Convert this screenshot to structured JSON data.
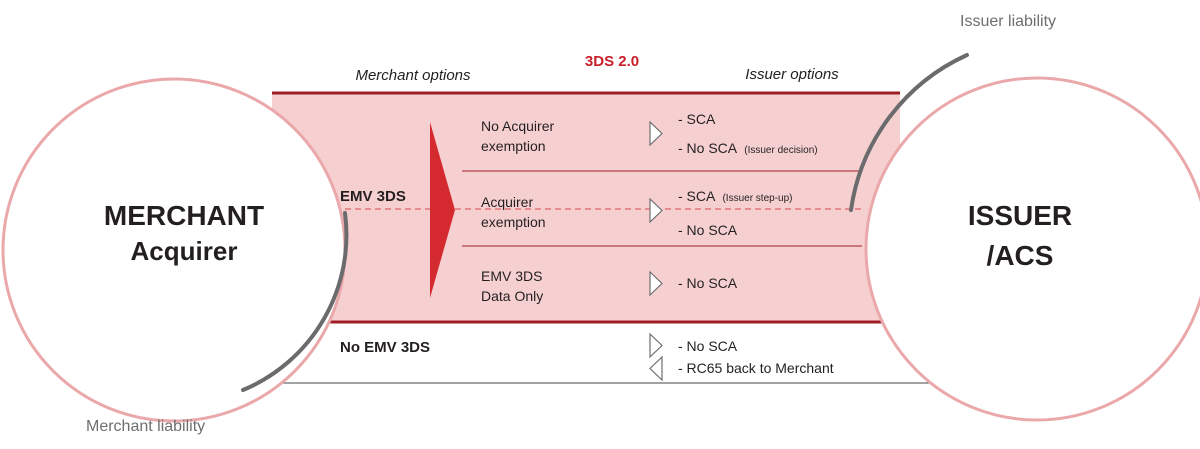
{
  "header": {
    "title": "3DS 2.0",
    "left_label": "Merchant options",
    "right_label": "Issuer options"
  },
  "merchant": {
    "line1": "MERCHANT",
    "line2": "Acquirer",
    "liability": "Merchant liability"
  },
  "issuer": {
    "line1": "ISSUER",
    "line2": "/ACS",
    "liability": "Issuer liability"
  },
  "emv": {
    "label": "EMV 3DS",
    "rows": [
      {
        "option_lines": [
          "No Acquirer",
          "exemption"
        ],
        "outcomes": [
          {
            "text": "- SCA",
            "note": ""
          },
          {
            "text": "- No SCA",
            "note": "(Issuer decision)"
          }
        ]
      },
      {
        "option_lines": [
          "Acquirer",
          "exemption"
        ],
        "outcomes": [
          {
            "text": "- SCA",
            "note": "(Issuer step-up)"
          },
          {
            "text": "- No SCA",
            "note": ""
          }
        ]
      },
      {
        "option_lines": [
          "EMV 3DS",
          "Data Only"
        ],
        "outcomes": [
          {
            "text": "- No SCA",
            "note": ""
          }
        ]
      }
    ]
  },
  "no_emv": {
    "label": "No EMV 3DS",
    "outcomes": [
      {
        "text": "- No SCA",
        "note": ""
      },
      {
        "text": "- RC65 back to Merchant",
        "note": ""
      }
    ]
  },
  "colors": {
    "band_fill": "#f6d0d1",
    "band_border": "#9f1d25",
    "circle_stroke": "#eaa8aa",
    "title_red": "#c8202a",
    "arrow_red": "#d42a2f",
    "liability_arc": "#6b6b6d",
    "text_dark": "#231f20",
    "text_grey": "#6d6e70"
  }
}
